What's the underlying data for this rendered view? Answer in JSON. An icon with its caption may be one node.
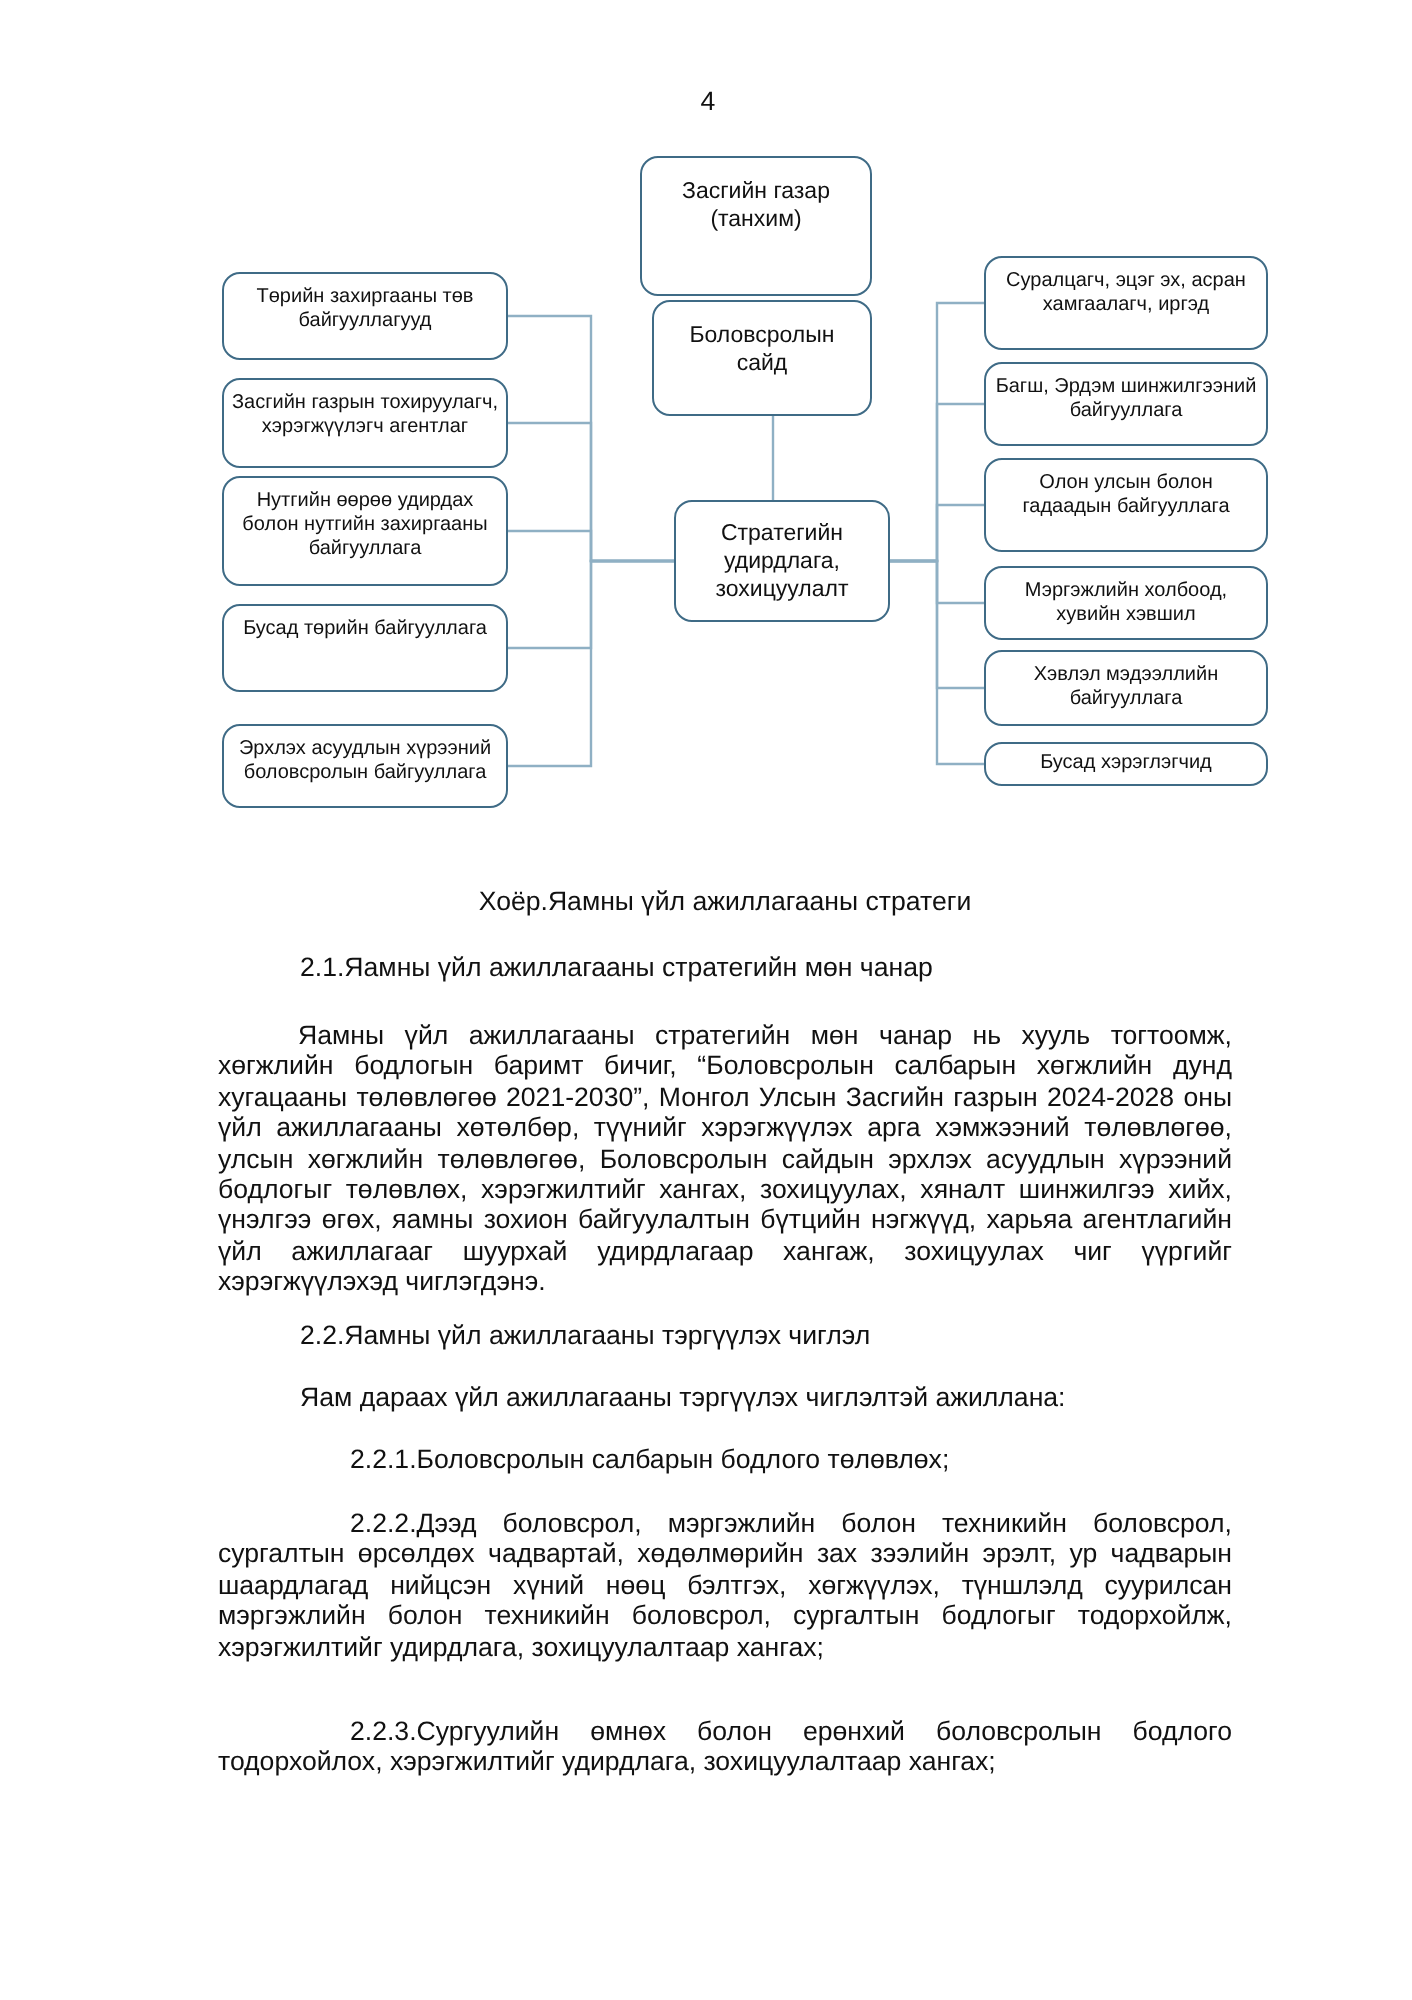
{
  "diagram": {
    "nodes": [
      {
        "text": [
          "Засгийн газар (танхим)"
        ]
      },
      {
        "text": [
          "Боловсролын сайд"
        ]
      },
      {
        "text": [
          "Төрийн захиргааны төв байгууллагууд"
        ]
      },
      {
        "text": [
          "Засгийн газрын тохируулагч, хэрэгжүүлэгч агентлаг"
        ]
      },
      {
        "text": [
          "Нутгийн өөрөө удирдах болон нутгийн захиргааны байгууллага"
        ]
      },
      {
        "text": [
          "Бусад төрийн байгууллага"
        ]
      },
      {
        "text": [
          "Эрхлэх асуудлын хүрээний боловсролын байгууллага"
        ]
      },
      {
        "text": [
          "Стратегийн удирдлага, зохицуулалт"
        ]
      },
      {
        "text": [
          "Суралцагч, эцэг эх, асран хамгаалагч, иргэд"
        ]
      },
      {
        "text": [
          "Багш, Эрдэм шинжилгээний байгууллага"
        ]
      },
      {
        "text": [
          "Олон улсын болон гадаадын байгууллага"
        ]
      },
      {
        "text": [
          "Мэргэжлийн холбоод, хувийн хэвшил"
        ]
      },
      {
        "text": [
          "Хэвлэл мэдээллийн байгууллага"
        ]
      },
      {
        "text": [
          "Бусад хэрэглэгчид"
        ]
      }
    ],
    "edges": [
      {
        "from": 1,
        "to": 7,
        "arrow": "none"
      },
      {
        "from": 2,
        "to": 7,
        "arrow": "none"
      },
      {
        "from": 3,
        "to": 7,
        "arrow": "none"
      },
      {
        "from": 4,
        "to": 7,
        "arrow": "none"
      },
      {
        "from": 5,
        "to": 7,
        "arrow": "none"
      },
      {
        "from": 6,
        "to": 7,
        "arrow": "none"
      },
      {
        "from": 7,
        "to": 8,
        "arrow": "none"
      },
      {
        "from": 7,
        "to": 9,
        "arrow": "none"
      },
      {
        "from": 7,
        "to": 10,
        "arrow": "none"
      },
      {
        "from": 7,
        "to": 11,
        "arrow": "none"
      },
      {
        "from": 7,
        "to": 12,
        "arrow": "none"
      },
      {
        "from": 7,
        "to": 13,
        "arrow": "none"
      }
    ],
    "labels": [
      "4",
      "Хоёр.Яамны үйл ажиллагааны стратеги",
      "2.1.Яамны үйл ажиллагааны стратегийн мөн чанар",
      "Яамны үйл ажиллагааны стратегийн мөн чанар нь хууль тогтоомж, хөгжлийн бодлогын баримт бичиг, “Боловсролын салбарын хөгжлийн дунд хугацааны төлөвлөгөө 2021-2030”, Монгол Улсын Засгийн газрын 2024-2028 оны үйл ажиллагааны хөтөлбөр, түүнийг хэрэгжүүлэх арга хэмжээний төлөвлөгөө, улсын хөгжлийн төлөвлөгөө, Боловсролын сайдын эрхлэх асуудлын хүрээний бодлогыг төлөвлөх, хэрэгжилтийг хангах, зохицуулах, хяналт шинжилгээ хийх, үнэлгээ өгөх, яамны зохион байгуулалтын бүтцийн нэгжүүд, харьяа агентлагийн үйл ажиллагааг шуурхай удирдлагаар хангаж, зохицуулах чиг үүргийг хэрэгжүүлэхэд чиглэгдэнэ.",
      "2.2.Яамны үйл ажиллагааны тэргүүлэх чиглэл",
      "Яам дараах үйл ажиллагааны тэргүүлэх чиглэлтэй ажиллана:",
      "2.2.1.Боловсролын салбарын бодлого төлөвлөх;",
      "2.2.2.Дээд боловсрол, мэргэжлийн болон техникийн боловсрол, сургалтын өрсөлдөх чадвартай, хөдөлмөрийн зах зээлийн эрэлт, ур чадварын шаардлагад нийцсэн хүний нөөц бэлтгэх, хөгжүүлэх, түншлэлд суурилсан мэргэжлийн болон техникийн боловсрол, сургалтын бодлогыг тодорхойлж, хэрэгжилтийг удирдлага, зохицуулалтаар хангах;",
      "2.2.3.Сургуулийн өмнөх болон ерөнхий боловсролын бодлого тодорхойлох, хэрэгжилтийг удирдлага, зохицуулалтаар хангах;"
    ]
  }
}
